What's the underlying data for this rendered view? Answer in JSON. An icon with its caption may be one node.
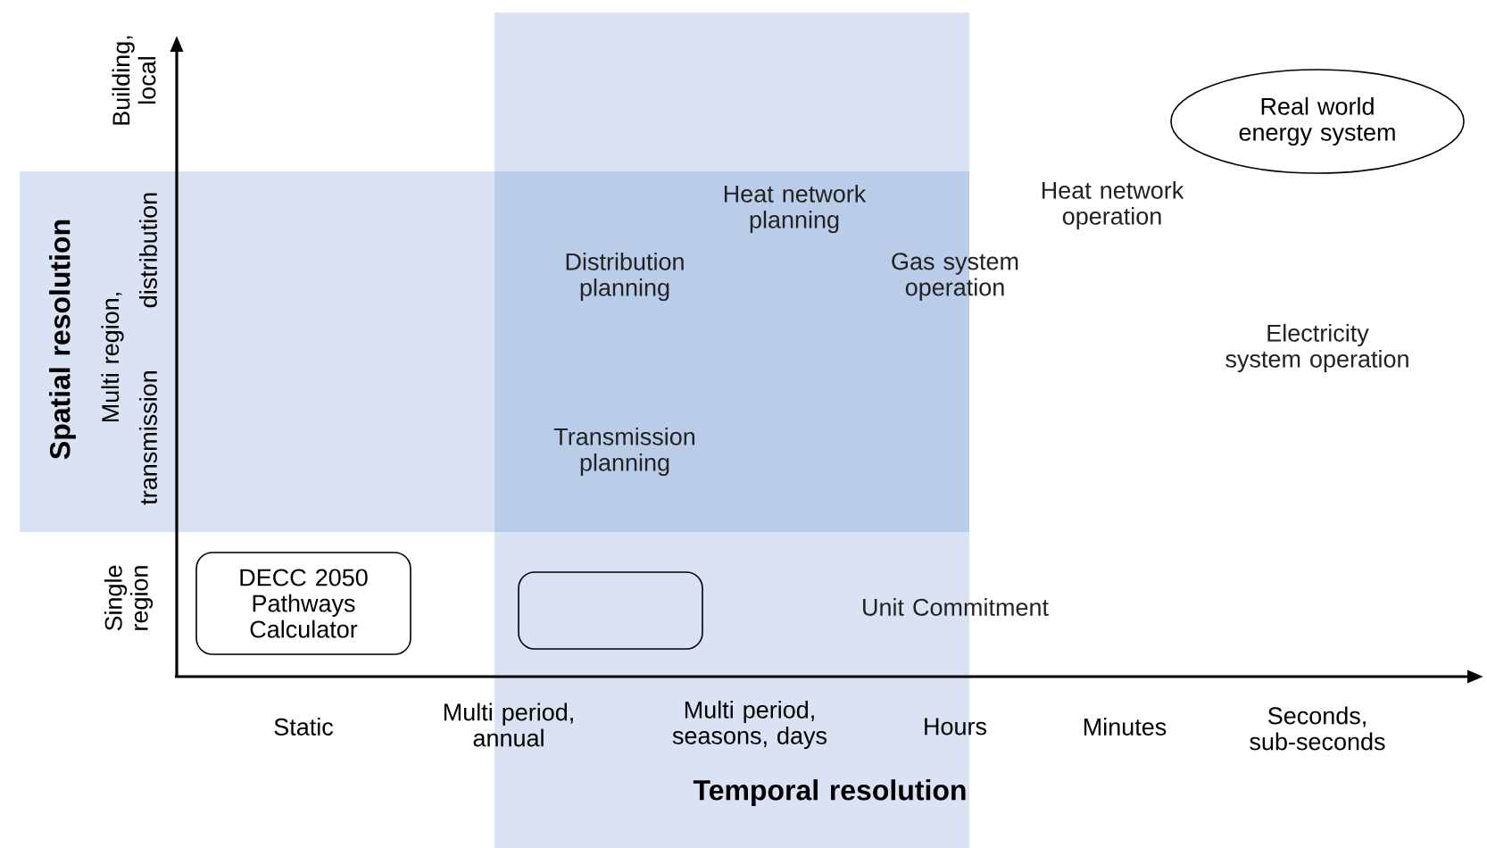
{
  "diagram": {
    "nodes": [
      {
        "text": [
          "DECC 2050 Pathways Calculator"
        ]
      },
      {
        "text": [],
        "shape": "box"
      },
      {
        "text": [
          "Real world energy system"
        ]
      }
    ],
    "labels": [
      "Building, local",
      "Spatial resolution",
      "Multi region,",
      "distribution",
      "transmission",
      "Single region",
      "Heat network planning",
      "Heat network operation",
      "Distribution planning",
      "Gas system operation",
      "Electricity system operation",
      "Transmission planning",
      "Unit Commitment",
      "Static",
      "Multi period, annual",
      "Multi period, seasons, days",
      "Hours",
      "Minutes",
      "Seconds, sub-seconds",
      "Temporal resolution"
    ]
  }
}
